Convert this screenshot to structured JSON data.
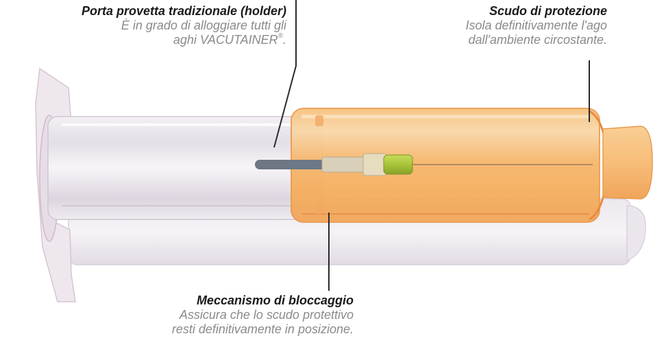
{
  "callouts": {
    "holder": {
      "title": "Porta provetta tradizionale (holder)",
      "line1": "È in grado di alloggiare tutti gli",
      "line2": "aghi  VACUTAINER",
      "mark": "®",
      "line2_end": "."
    },
    "shield": {
      "title": "Scudo di protezione",
      "line1": "Isola definitivamente l'ago",
      "line2": "dall'ambiente circostante."
    },
    "lock": {
      "title": "Meccanismo di bloccaggio",
      "line1": "Assicura che lo scudo protettivo",
      "line2": "resti definitivamente in posizione."
    }
  },
  "colors": {
    "holder_body": "#e9e4ea",
    "holder_outline": "#cdbfd0",
    "shield_orange": "#f6b56b",
    "shield_orange_dark": "#e89543",
    "needle_hub_green": "#a9c43a",
    "needle_shaft": "#6d7785",
    "leader_line": "#2a2a2a"
  }
}
